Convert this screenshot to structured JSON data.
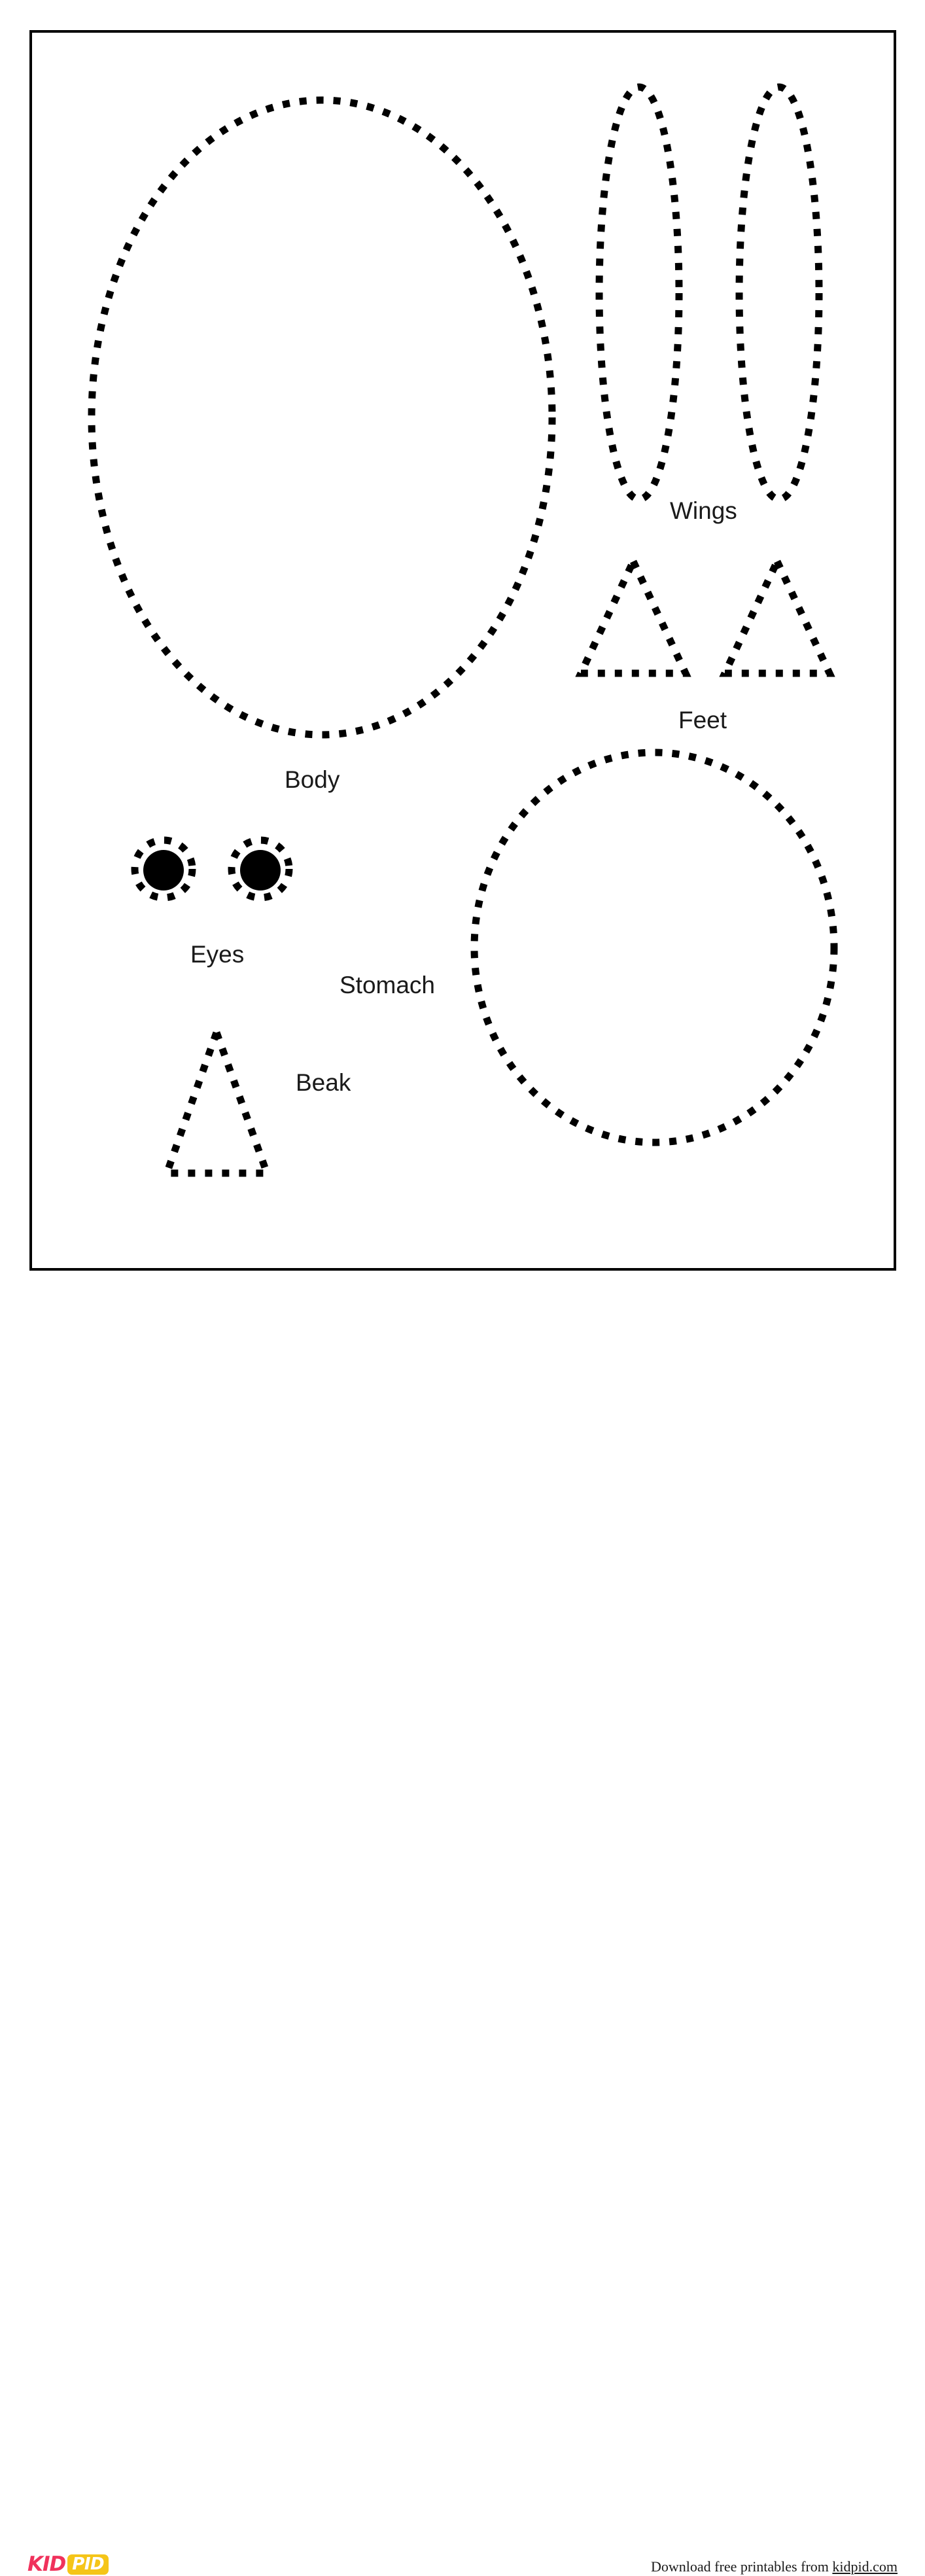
{
  "page": {
    "background_color": "#ffffff",
    "frame_color": "#000000",
    "shape_stroke_color": "#000000"
  },
  "labels": {
    "body": "Body",
    "wings": "Wings",
    "feet": "Feet",
    "eyes": "Eyes",
    "stomach": "Stomach",
    "beak": "Beak"
  },
  "shapes": [
    {
      "name": "body-oval",
      "kind": "ellipse",
      "style": "dotted-outline",
      "label": "Body"
    },
    {
      "name": "wing-left-oval",
      "kind": "ellipse",
      "style": "dotted-outline",
      "label": "Wings"
    },
    {
      "name": "wing-right-oval",
      "kind": "ellipse",
      "style": "dotted-outline",
      "label": "Wings"
    },
    {
      "name": "foot-left-triangle",
      "kind": "triangle",
      "style": "dotted-outline",
      "label": "Feet"
    },
    {
      "name": "foot-right-triangle",
      "kind": "triangle",
      "style": "dotted-outline",
      "label": "Feet"
    },
    {
      "name": "eye-left",
      "kind": "circle",
      "style": "dotted-outline-with-solid-pupil",
      "label": "Eyes"
    },
    {
      "name": "eye-right",
      "kind": "circle",
      "style": "dotted-outline-with-solid-pupil",
      "label": "Eyes"
    },
    {
      "name": "stomach-oval",
      "kind": "ellipse",
      "style": "dotted-outline",
      "label": "Stomach"
    },
    {
      "name": "beak-triangle",
      "kind": "triangle",
      "style": "dotted-outline",
      "label": "Beak"
    }
  ],
  "footer": {
    "logo": {
      "kid_text": "KID",
      "pid_text": "PID",
      "kid_color": "#f0325c",
      "chip_color": "#f5c518",
      "pid_color": "#ffffff"
    },
    "credit_prefix": "Download free printables from ",
    "credit_link": "kidpid.com"
  }
}
